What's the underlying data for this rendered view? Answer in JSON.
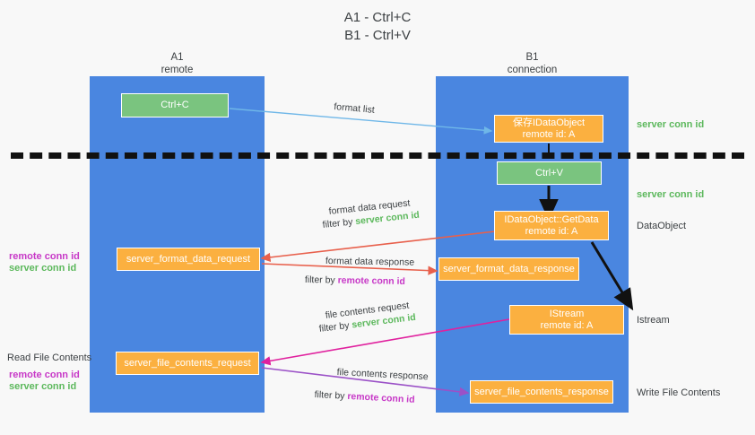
{
  "title": {
    "line1": "A1 - Ctrl+C",
    "line2": "B1 - Ctrl+V"
  },
  "lanes": [
    {
      "name": "A1",
      "sub": "remote"
    },
    {
      "name": "B1",
      "sub": "connection"
    }
  ],
  "boxes": {
    "ctrl_c": {
      "label": "Ctrl+C"
    },
    "ctrl_v": {
      "label": "Ctrl+V"
    },
    "save_dataobject": {
      "label": "保存IDataObject",
      "sub": "remote id: A"
    },
    "getdata": {
      "label": "IDataObject::GetData",
      "sub": "remote id: A"
    },
    "istream": {
      "label": "IStream",
      "sub": "remote id: A"
    },
    "server_format_data_request": {
      "label": "server_format_data_request"
    },
    "server_format_data_response": {
      "label": "server_format_data_response"
    },
    "server_file_contents_request": {
      "label": "server_file_contents_request"
    },
    "server_file_contents_response": {
      "label": "server_file_contents_response"
    }
  },
  "edge_notes": {
    "format_list": "format list",
    "format_data_request": "format data request",
    "format_data_request_filter_pre": "filter by ",
    "format_data_request_filter_key": "server conn id",
    "format_data_response": "format data response",
    "format_data_response_filter_pre": "filter by ",
    "format_data_response_filter_key": "remote conn id",
    "file_contents_request": "file contents request",
    "file_contents_request_filter_pre": "filter by ",
    "file_contents_request_filter_key": "server conn id",
    "file_contents_response": "file contents response",
    "file_contents_response_filter_pre": "filter by ",
    "file_contents_response_filter_key": "remote conn id"
  },
  "right_labels": {
    "server_conn_id_top": "server conn id",
    "server_conn_id_mid": "server conn id",
    "dataobject": "DataObject",
    "istream": "Istream",
    "write_file_contents": "Write File Contents"
  },
  "left_labels": {
    "remote_conn_id_1": "remote conn id",
    "server_conn_id_1": "server conn id",
    "read_file_contents": "Read File Contents",
    "remote_conn_id_2": "remote conn id",
    "server_conn_id_2": "server conn id"
  },
  "colors": {
    "lane": "#4a86e0",
    "green_box": "#7ac47f",
    "orange_box": "#fbb040",
    "green_text": "#5cb85c",
    "purple_text": "#c738c7",
    "arrow_blue": "#6fb7e8",
    "arrow_red": "#e8604c",
    "arrow_magenta": "#e0219e",
    "arrow_purple": "#9b51c7",
    "arrow_black": "#111111",
    "background": "#f8f8f8"
  }
}
